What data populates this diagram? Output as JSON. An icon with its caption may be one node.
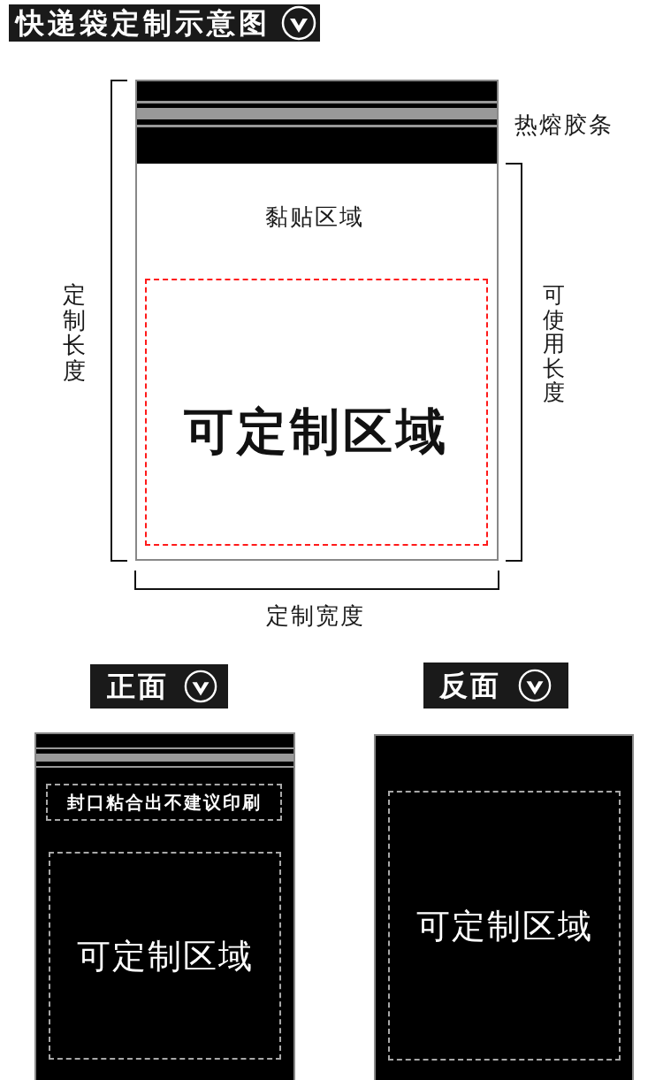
{
  "diagram": {
    "title": "快递袋定制示意图",
    "nodes": [
      {
        "text": [],
        "shape": "box"
      },
      {
        "text": [
          "可定制区域"
        ],
        "in": 0
      },
      {
        "text": [
          "正面"
        ]
      },
      {
        "text": [
          "反面"
        ]
      },
      {
        "text": [],
        "shape": "box"
      },
      {
        "text": [
          "封口粘合出不建议印刷"
        ],
        "in": 4
      },
      {
        "text": [
          "可定制区域"
        ],
        "in": 4
      },
      {
        "text": [],
        "shape": "box"
      },
      {
        "text": [
          "可定制区域"
        ],
        "in": 7
      }
    ],
    "labels": [
      "热熔胶条",
      "黏贴区域",
      "定制长度",
      "可使用长度",
      "定制宽度"
    ]
  }
}
